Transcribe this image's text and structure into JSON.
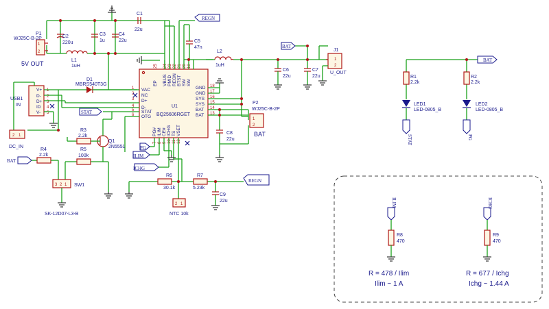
{
  "ic": {
    "ref": "U1",
    "value": "BQ25606RGET",
    "left_pins": [
      "VAC",
      "NC",
      "D+",
      "D-",
      "STAT",
      "OTG"
    ],
    "right_pins": [
      "GND",
      "GND",
      "SYS",
      "SYS",
      "BAT",
      "BAT"
    ],
    "right_nums": [
      "18",
      "17",
      "16",
      "15",
      "14",
      "13"
    ],
    "left_nums": [
      "1",
      "2",
      "3",
      "4",
      "5",
      "6"
    ],
    "top_pins": [
      "EP",
      "VBUS",
      "PMID",
      "REGN",
      "BTST",
      "SW",
      "SW"
    ],
    "top_nums": [
      "25",
      "24",
      "23",
      "22",
      "21",
      "20",
      "19"
    ],
    "bottom_pins": [
      "PG#",
      "ILIM",
      "CE#",
      "ICHG",
      "TS",
      "VSET"
    ],
    "bottom_nums": [
      "7",
      "8",
      "9",
      "10",
      "11",
      "12"
    ]
  },
  "p1": {
    "ref": "P1",
    "value": "WJ25C-B-2P",
    "label": "5V OUT",
    "pins": [
      "1",
      "2"
    ]
  },
  "c2": {
    "ref": "C2",
    "value": "220u"
  },
  "c3": {
    "ref": "C3",
    "value": "1u"
  },
  "c4": {
    "ref": "C4",
    "value": "22u"
  },
  "c1": {
    "ref": "C1",
    "value": "22u"
  },
  "l1": {
    "ref": "L1",
    "value": "1uH"
  },
  "d1": {
    "ref": "D1",
    "value": "MBRS540T3G"
  },
  "regn_top": "REGN",
  "c5": {
    "ref": "C5",
    "value": "47n"
  },
  "l2": {
    "ref": "L2",
    "value": "1uH"
  },
  "bat_top": "BAT",
  "j1": {
    "ref": "J1",
    "value": "U_OUT",
    "pins": [
      "1",
      "2"
    ]
  },
  "c6": {
    "ref": "C6",
    "value": "22u"
  },
  "c7": {
    "ref": "C7",
    "value": "22u"
  },
  "usb": {
    "ref": "USB1",
    "value": "IN",
    "pins": [
      "V+",
      "D-",
      "D+",
      "ID",
      "V-"
    ],
    "nums": [
      "1",
      "2",
      "3",
      "4",
      "5"
    ]
  },
  "dcin": {
    "label": "DC_IN",
    "pins": [
      "2",
      "1"
    ]
  },
  "stat_flag": "STAT",
  "r3": {
    "ref": "R3",
    "value": "2.2k"
  },
  "r5": {
    "ref": "R5",
    "value": "100k"
  },
  "q1": {
    "ref": "Q1",
    "value": "2N5551"
  },
  "r4": {
    "ref": "R4",
    "value": "2.2k"
  },
  "bat_left": "BAT",
  "sw1": {
    "ref": "SW1",
    "value": "SK-12D07-L3-B",
    "pins": [
      "3",
      "2",
      "1"
    ]
  },
  "p2": {
    "ref": "P2",
    "value": "WJ25C-B-2P",
    "label": "BAT",
    "pins": [
      "1",
      "2"
    ]
  },
  "c8": {
    "ref": "C8",
    "value": "22u"
  },
  "pg_flag": "PG",
  "ilim_flag": "ILIM",
  "ichg_flag": "ICHG",
  "r6": {
    "ref": "R6",
    "value": "30.1k"
  },
  "r7": {
    "ref": "R7",
    "value": "5.23k"
  },
  "regn_bottom": "REGN",
  "c9": {
    "ref": "C9",
    "value": "22u"
  },
  "ntc": {
    "label": "NTC 10k",
    "pins": [
      "2",
      "1"
    ]
  },
  "bat_right": "BAT",
  "r1": {
    "ref": "R1",
    "value": "2.2k"
  },
  "r2": {
    "ref": "R2",
    "value": "2.2k"
  },
  "led1": {
    "ref": "LED1",
    "value": "LED-0805_B"
  },
  "led2": {
    "ref": "LED2",
    "value": "LED-0805_B"
  },
  "stat_flag2": "STAT",
  "pg_flag2": "PG",
  "ilim_flag2": "ILIM",
  "ichg_flag2": "ICHG",
  "r8": {
    "ref": "R8",
    "value": "470"
  },
  "r9": {
    "ref": "R9",
    "value": "470"
  },
  "note1": {
    "formula": "R = 478 / Ilim",
    "result": "Ilim ~ 1 A"
  },
  "note2": {
    "formula": "R = 677 / Ichg",
    "result": "Ichg ~ 1.44 A"
  }
}
